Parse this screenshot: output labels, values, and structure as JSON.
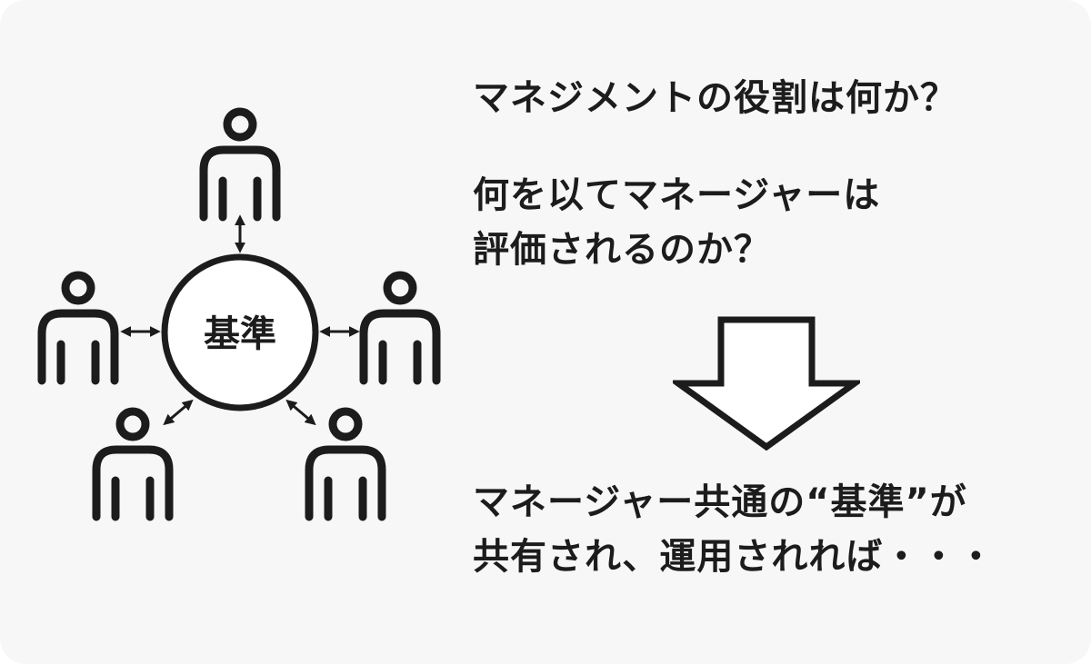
{
  "diagram": {
    "center_label": "基準"
  },
  "questions": {
    "q1": "マネジメントの役割は何か？",
    "q2_line1": "何を以てマネージャーは",
    "q2_line2": "評価されるのか？"
  },
  "conclusion": {
    "line1": "マネージャー共通の“基準”が",
    "line2": "共有され、運用されれば・・・"
  },
  "icons": {
    "person": "person-icon",
    "arrow": "double-arrow-icon",
    "down": "down-arrow-icon"
  }
}
